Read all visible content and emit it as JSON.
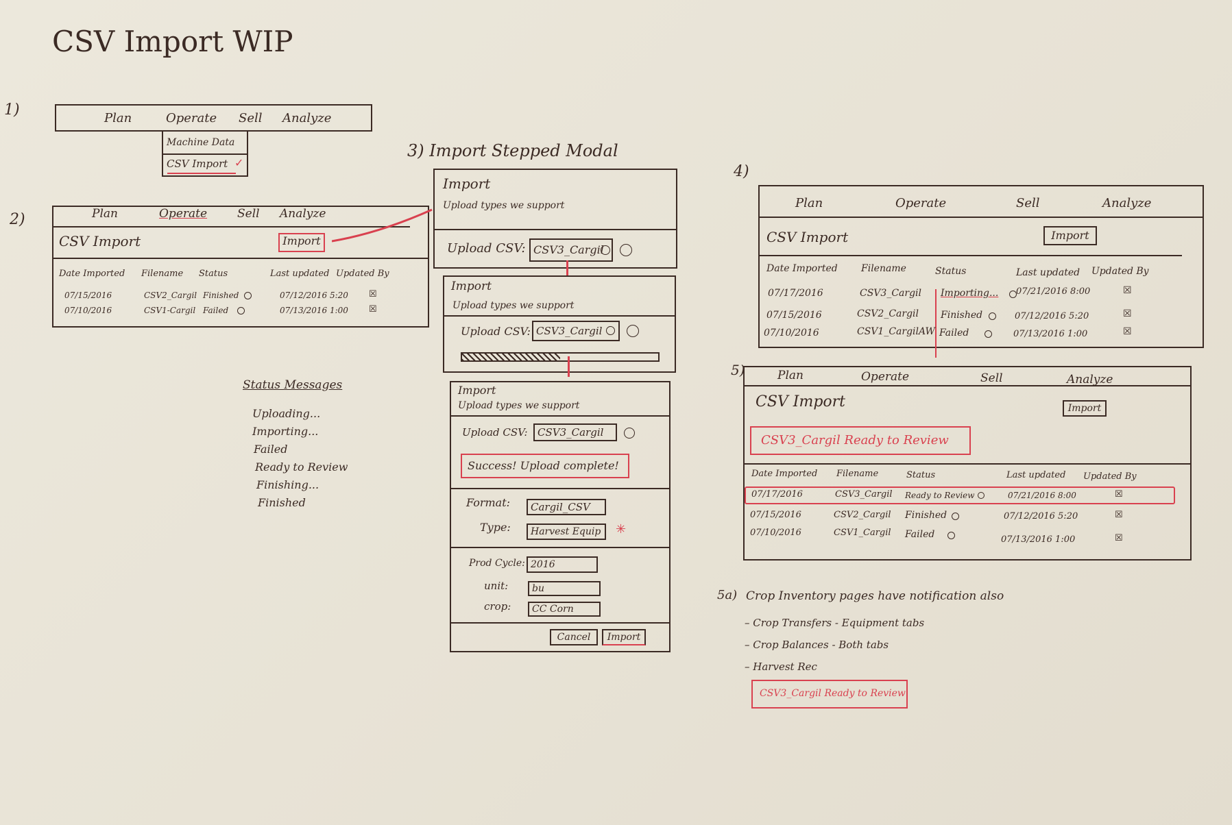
{
  "title": "CSV Import WIP",
  "nav": [
    "Plan",
    "Operate",
    "Sell",
    "Analyze"
  ],
  "section_labels": [
    "1)",
    "2)",
    "3)",
    "4)",
    "5)",
    "5a)"
  ],
  "section1": {
    "dropdown_items": [
      "Machine Data",
      "CSV Import"
    ]
  },
  "page_title": "CSV Import",
  "import_button": "Import",
  "table_headers": [
    "Date Imported",
    "Filename",
    "Status",
    "Last updated",
    "Updated By"
  ],
  "section2": {
    "rows": [
      [
        "07/15/2016",
        "CSV2_Cargil",
        "Finished",
        "07/12/2016 5:20"
      ],
      [
        "07/10/2016",
        "CSV1-Cargil",
        "Failed",
        "07/13/2016 1:00"
      ]
    ]
  },
  "status_messages": {
    "heading": "Status Messages",
    "items": [
      "Uploading...",
      "Importing...",
      "Failed",
      "Ready to Review",
      "Finishing...",
      "Finished"
    ]
  },
  "section3": {
    "heading": "3) Import Stepped Modal",
    "modal_title": "Import",
    "modal_subtitle": "Upload types we support",
    "upload_label": "Upload CSV:",
    "upload_value": "CSV3_Cargil",
    "success_message": "Success! Upload complete!",
    "format_label": "Format:",
    "format_value": "Cargil_CSV",
    "type_label": "Type:",
    "type_value": "Harvest Equip",
    "prod_cycle_label": "Prod Cycle:",
    "prod_cycle_value": "2016",
    "unit_label": "unit:",
    "unit_value": "bu",
    "crop_label": "crop:",
    "crop_value": "CC Corn",
    "cancel_button": "Cancel",
    "import_button": "Import",
    "progress": 0.5
  },
  "section4": {
    "rows": [
      [
        "07/17/2016",
        "CSV3_Cargil",
        "Importing...",
        "07/21/2016 8:00"
      ],
      [
        "07/15/2016",
        "CSV2_Cargil",
        "Finished",
        "07/12/2016 5:20"
      ],
      [
        "07/10/2016",
        "CSV1_CargilAW",
        "Failed",
        "07/13/2016 1:00"
      ]
    ]
  },
  "section5": {
    "notification": "CSV3_Cargil Ready to Review",
    "rows": [
      [
        "07/17/2016",
        "CSV3_Cargil",
        "Ready to Review",
        "07/21/2016 8:00"
      ],
      [
        "07/15/2016",
        "CSV2_Cargil",
        "Finished",
        "07/12/2016 5:20"
      ],
      [
        "07/10/2016",
        "CSV1_Cargil",
        "Failed",
        "07/13/2016 1:00"
      ]
    ]
  },
  "section5a": {
    "heading": "Crop Inventory pages have notification also",
    "items": [
      "Crop Transfers - Equipment tabs",
      "Crop Balances - Both tabs",
      "Harvest Rec"
    ],
    "notification": "CSV3_Cargil Ready to Review"
  },
  "colors": {
    "ink": "#3b2a24",
    "accent": "#d9414f",
    "board": "#e8e3d6"
  }
}
